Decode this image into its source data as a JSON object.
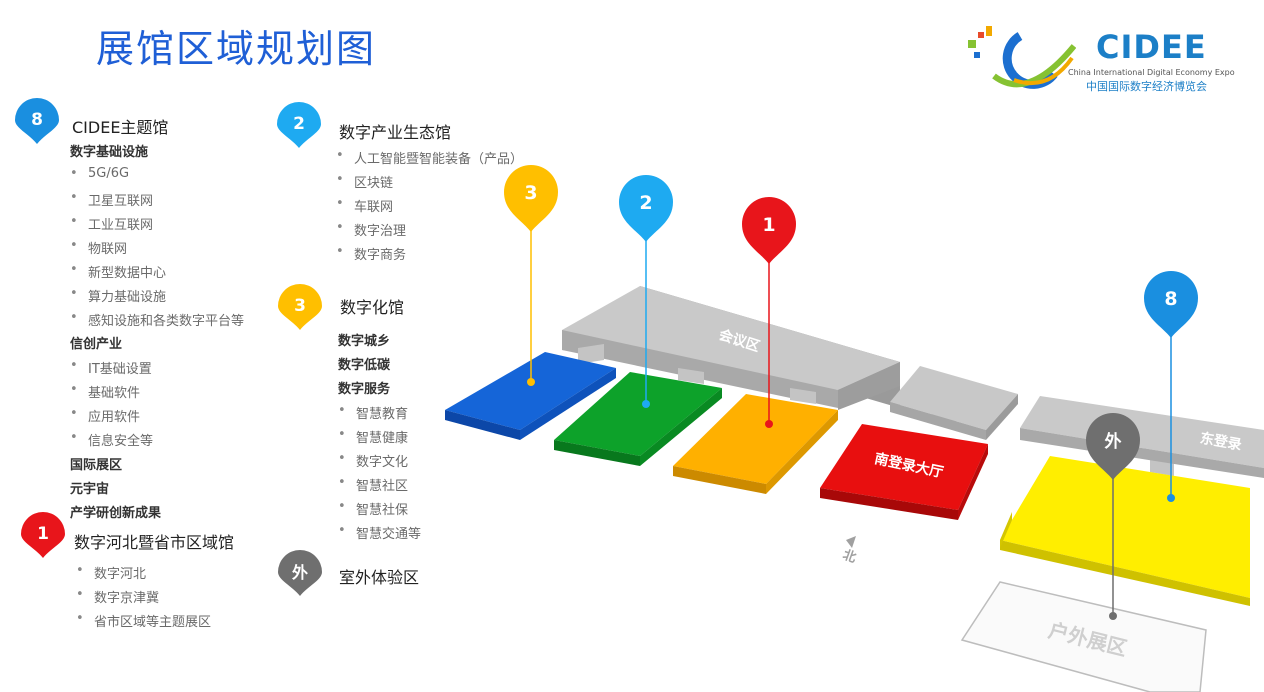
{
  "title": "展馆区域规划图",
  "logo": {
    "word": "CIDEE",
    "english": "China International Digital Economy Expo",
    "chinese": "中国国际数字经济博览会"
  },
  "colors": {
    "title": "#1f5fd6",
    "hall8": "#1a8fe0",
    "hall2": "#1eaaf1",
    "hall3": "#ffbf00",
    "hall1": "#e8151b",
    "outdoor": "#6f6f6f",
    "zone_blue": "#1565d8",
    "zone_green": "#0da22a",
    "zone_orange": "#ffb000",
    "zone_red": "#e80f0f",
    "zone_yellow": "#ffee00",
    "zone_grey": "#c4c4c4"
  },
  "legend": {
    "hall8": {
      "badge": "8",
      "name": "CIDEE主题馆",
      "groups": [
        {
          "heading": "数字基础设施",
          "items": [
            "5G/6G",
            "卫星互联网",
            "工业互联网",
            "物联网",
            "新型数据中心",
            "算力基础设施",
            "感知设施和各类数字平台等"
          ]
        },
        {
          "heading": "信创产业",
          "items": [
            "IT基础设置",
            "基础软件",
            "应用软件",
            "信息安全等"
          ]
        },
        {
          "heading": "国际展区",
          "items": []
        },
        {
          "heading": "元宇宙",
          "items": []
        },
        {
          "heading": "产学研创新成果",
          "items": []
        }
      ]
    },
    "hall1": {
      "badge": "1",
      "name": "数字河北暨省市区域馆",
      "items": [
        "数字河北",
        "数字京津冀",
        "省市区域等主题展区"
      ]
    },
    "hall2": {
      "badge": "2",
      "name": "数字产业生态馆",
      "items": [
        "人工智能暨智能装备（产品）",
        "区块链",
        "车联网",
        "数字治理",
        "数字商务"
      ]
    },
    "hall3": {
      "badge": "3",
      "name": "数字化馆",
      "headings": [
        "数字城乡",
        "数字低碳",
        "数字服务"
      ],
      "items": [
        "智慧教育",
        "智慧健康",
        "数字文化",
        "智慧社区",
        "智慧社保",
        "智慧交通等"
      ]
    },
    "outdoor": {
      "badge": "外",
      "name": "室外体验区"
    }
  },
  "map": {
    "meeting_area": "会议区",
    "south_hall": "南登录大厅",
    "east_hall": "东登录",
    "outdoor_area": "户外展区",
    "north": "北",
    "pins": [
      "3",
      "2",
      "1",
      "8",
      "外"
    ]
  }
}
